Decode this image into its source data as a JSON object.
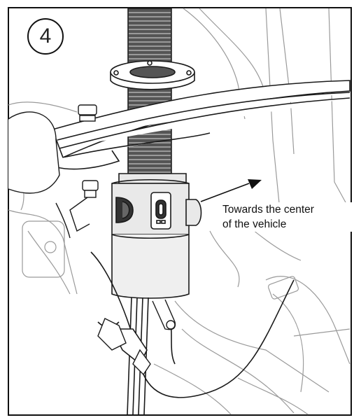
{
  "step": {
    "number": "4"
  },
  "callout": {
    "line1": "Towards the center",
    "line2": "of the vehicle"
  },
  "colors": {
    "line": "#1a1a1a",
    "background_line": "#9a9a9a",
    "sensor_fill": "#e9e9e9",
    "frame": "#111111"
  }
}
